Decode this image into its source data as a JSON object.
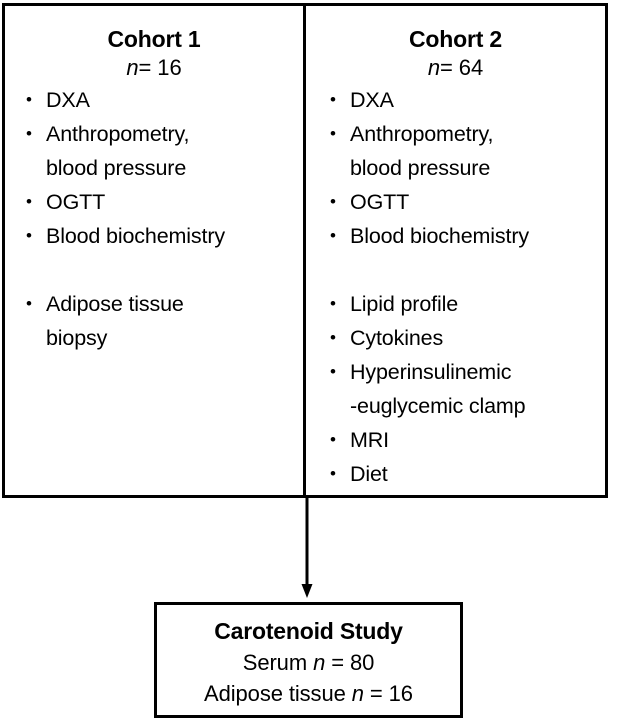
{
  "diagram": {
    "type": "study-flow-diagram",
    "colors": {
      "line": "#000000",
      "background": "#ffffff",
      "text": "#000000"
    },
    "cohorts": [
      {
        "id": "cohort-1",
        "title": "Cohort 1",
        "n_symbol": "n",
        "n_text": "= 16",
        "n_value": 16,
        "groups": [
          {
            "items": [
              {
                "line1": "DXA",
                "line2": ""
              },
              {
                "line1": "Anthropometry,",
                "line2": "blood pressure"
              },
              {
                "line1": "OGTT",
                "line2": ""
              },
              {
                "line1": "Blood biochemistry",
                "line2": ""
              }
            ]
          },
          {
            "items": [
              {
                "line1": "Adipose tissue",
                "line2": "biopsy"
              }
            ]
          }
        ]
      },
      {
        "id": "cohort-2",
        "title": "Cohort 2",
        "n_symbol": "n",
        "n_text": "= 64",
        "n_value": 64,
        "groups": [
          {
            "items": [
              {
                "line1": "DXA",
                "line2": ""
              },
              {
                "line1": "Anthropometry,",
                "line2": "blood pressure"
              },
              {
                "line1": "OGTT",
                "line2": ""
              },
              {
                "line1": "Blood biochemistry",
                "line2": ""
              }
            ]
          },
          {
            "items": [
              {
                "line1": "Lipid profile",
                "line2": ""
              },
              {
                "line1": "Cytokines",
                "line2": ""
              },
              {
                "line1": "Hyperinsulinemic",
                "line2": "-euglycemic clamp"
              },
              {
                "line1": "MRI",
                "line2": ""
              },
              {
                "line1": "Diet",
                "line2": ""
              }
            ]
          }
        ]
      }
    ],
    "arrow": {
      "direction": "down",
      "label": ""
    },
    "outcome": {
      "id": "carotenoid-study",
      "title": "Carotenoid Study",
      "rows": [
        {
          "label": "Serum ",
          "n_symbol": "n",
          "n_text": " = 80",
          "n_value": 80
        },
        {
          "label": "Adipose tissue ",
          "n_symbol": "n",
          "n_text": " = 16",
          "n_value": 16
        }
      ]
    }
  }
}
